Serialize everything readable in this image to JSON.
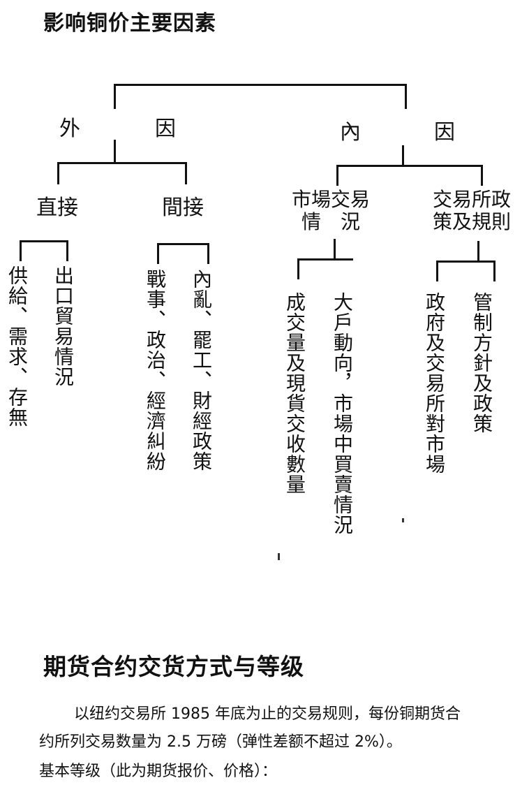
{
  "diagram": {
    "title": "影响铜价主要因素",
    "external": {
      "left_char": "外",
      "right_char": "因"
    },
    "internal": {
      "left_char": "內",
      "right_char": "因"
    },
    "direct": "直接",
    "indirect": "間接",
    "market_line1": "市場交易",
    "market_line2": "情　況",
    "policy_line1": "交易所政",
    "policy_line2": "策及規則",
    "leaf_supply": "供給、需求、存無",
    "leaf_export": "出口貿易情況",
    "leaf_war": "戰事、政治、經濟糾紛",
    "leaf_civil": "內亂、罷工、財經政策",
    "leaf_volume": "成交量及現貨交收數量",
    "leaf_big": "大戶動向，市場中買賣情況",
    "leaf_gov": "政府及交易所對市場",
    "leaf_control": "管制方針及政策"
  },
  "section": {
    "title": "期货合约交货方式与等级",
    "para1": "以纽约交易所 1985 年底为止的交易规则，每份铜期货合",
    "para2": "约所列交易数量为 2.5 万磅（弹性差额不超过 2%）。",
    "para3": "基本等级（此为期货报价、价格）："
  }
}
